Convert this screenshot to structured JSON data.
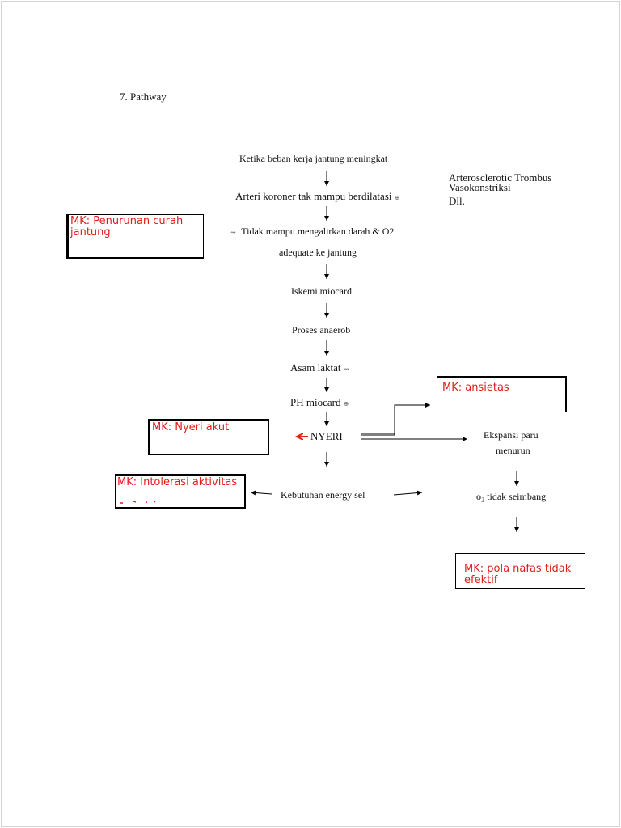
{
  "heading": "7. Pathway",
  "flow": {
    "step1": "Ketika beban kerja jantung meningkat",
    "step2": "Arteri koroner tak mampu berdilatasi",
    "step3": "Tidak mampu mengalirkan darah & O2",
    "step3b": "adequate ke jantung",
    "step4": "Iskemi miocard",
    "step5": "Proses anaerob",
    "step6": "Asam laktat",
    "step7": "PH miocard",
    "step8": "NYERI",
    "step9": "Kebutuhan energy sel"
  },
  "side_causes": {
    "line1": "Arterosclerotic Trombus",
    "line2": "Vasokonstriksi",
    "line3": "Dll."
  },
  "right_branch": {
    "ekspansi1": "Ekspansi paru",
    "ekspansi2": "menurun",
    "o2": "o₂ tidak seimbang"
  },
  "diagnoses": {
    "curah_jantung": "MK: Penurunan curah jantung",
    "ansietas": "MK: ansietas",
    "nyeri_akut": "MK: Nyeri akut",
    "intoleransi": "MK: Intolerasi aktivitas",
    "pola_nafas": "MK: pola nafas tidak efektif"
  },
  "colors": {
    "diagnosis_text": "#e21b1b",
    "arrow_nyeri": "#e21b1b"
  }
}
